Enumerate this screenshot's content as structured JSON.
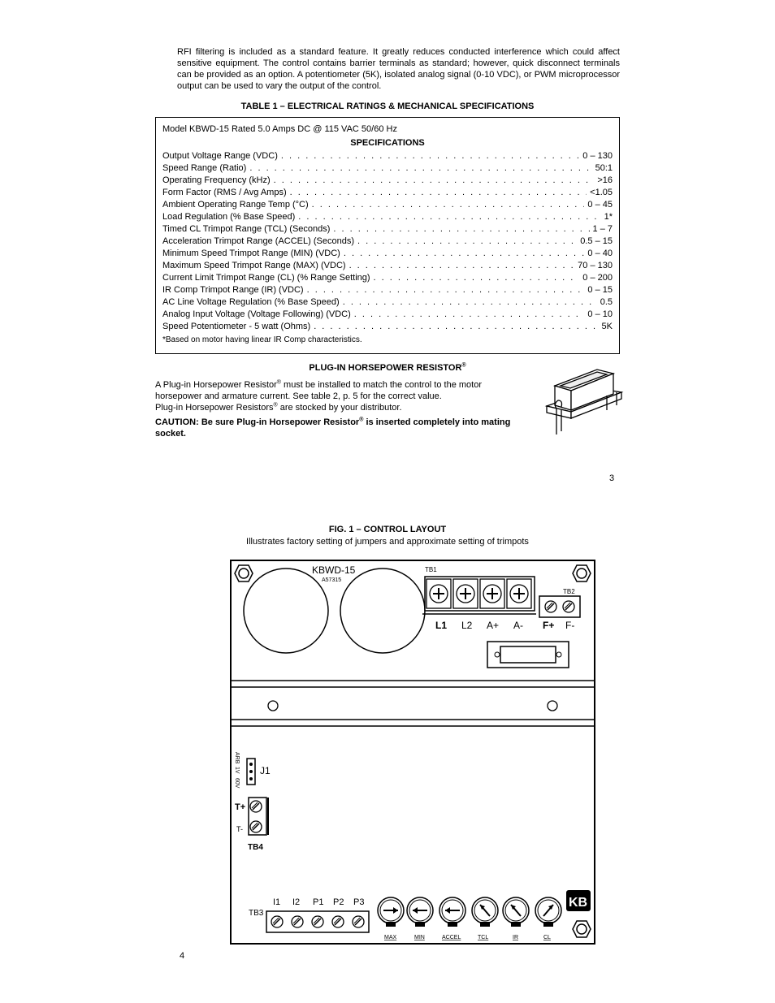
{
  "intro": {
    "text": "RFI filtering is included as a standard feature.  It greatly reduces conducted interference which could affect sensitive equipment.   The control contains barrier terminals as standard; however, quick disconnect terminals can be provided as an option.  A potentiometer (5K), isolated analog signal (0-10 VDC), or PWM microprocessor output can be used to vary the output of the control."
  },
  "table1": {
    "title": "TABLE 1 – ELECTRICAL RATINGS & MECHANICAL SPECIFICATIONS",
    "model": "Model KBWD-15 Rated 5.0 Amps DC @ 115 VAC 50/60 Hz",
    "heading": "SPECIFICATIONS",
    "rows": [
      {
        "label": "Output Voltage Range (VDC)",
        "value": "0 – 130"
      },
      {
        "label": "Speed Range (Ratio)",
        "value": "50:1"
      },
      {
        "label": "Operating Frequency (kHz)",
        "value": ">16"
      },
      {
        "label": "Form Factor (RMS / Avg Amps)",
        "value": "<1.05"
      },
      {
        "label": "Ambient Operating Range Temp (°C)",
        "value": "0 – 45"
      },
      {
        "label": "Load Regulation (% Base Speed)",
        "value": "1*"
      },
      {
        "label": "Timed CL Trimpot Range (TCL) (Seconds)",
        "value": "1 – 7"
      },
      {
        "label": "Acceleration Trimpot Range (ACCEL) (Seconds)",
        "value": "0.5 – 15"
      },
      {
        "label": "Minimum Speed Trimpot Range (MIN) (VDC)",
        "value": "0 – 40"
      },
      {
        "label": "Maximum Speed Trimpot Range (MAX) (VDC)",
        "value": "70 – 130"
      },
      {
        "label": "Current Limit Trimpot Range (CL) (% Range Setting)",
        "value": "0 – 200"
      },
      {
        "label": "IR Comp Trimpot Range (IR) (VDC)",
        "value": "0 – 15"
      },
      {
        "label": "AC Line Voltage Regulation (% Base Speed)",
        "value": "0.5"
      },
      {
        "label": "Analog Input Voltage (Voltage Following) (VDC)",
        "value": "0 – 10"
      },
      {
        "label": "Speed Potentiometer - 5 watt (Ohms)",
        "value": "5K"
      }
    ],
    "footnote": "*Based on motor having linear IR Comp characteristics."
  },
  "phr": {
    "title": "PLUG-IN HORSEPOWER RESISTOR",
    "reg": "®",
    "line1a": "A Plug-in Horsepower Resistor",
    "line1b": " must be installed to match the control to the motor horsepower and armature current.  See table 2, p. 5 for the correct value.",
    "line2a": "Plug-in Horsepower Resistors",
    "line2b": " are stocked by your distributor.",
    "cautionA": "CAUTION:  Be sure Plug-in Horsepower Resistor",
    "cautionB": " is inserted completely into mating socket."
  },
  "page_numbers": {
    "first": "3",
    "second": "4"
  },
  "figure": {
    "title": "FIG. 1 – CONTROL LAYOUT",
    "subtitle": "Illustrates factory setting of jumpers and approximate setting of trimpots",
    "model": "KBWD-15",
    "part": "A57315",
    "tb1": "TB1",
    "tb1_terminals": [
      "L1",
      "L2",
      "A+",
      "A-"
    ],
    "tb2": "TB2",
    "tb2_terminals": [
      "F+",
      "F-"
    ],
    "j1": "J1",
    "j1_pins": [
      "ARB",
      "1V",
      "60V"
    ],
    "tb4": "TB4",
    "tb4_terminals": [
      "T+",
      "T-"
    ],
    "tb3": "TB3",
    "tb3_terminals": [
      "I1",
      "I2",
      "P1",
      "P2",
      "P3"
    ],
    "trimpots": [
      "MAX",
      "MIN",
      "ACCEL",
      "TCL",
      "IR",
      "CL"
    ],
    "logo": "KB"
  }
}
